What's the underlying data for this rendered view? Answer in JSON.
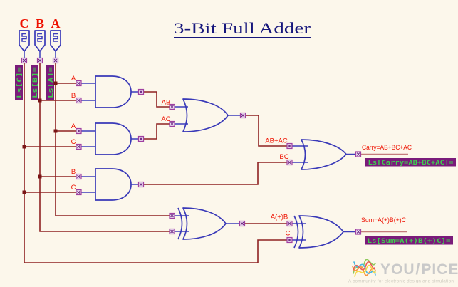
{
  "title": "3-Bit Full Adder",
  "inputs": [
    {
      "name": "C",
      "box": "Ls[C]="
    },
    {
      "name": "B",
      "box": "Ls[B]="
    },
    {
      "name": "A",
      "box": "Ls[A]="
    }
  ],
  "pin_labels": {
    "and1_a": "A",
    "and1_b": "B",
    "and1_out": "AB",
    "and2_a": "A",
    "and2_c": "C",
    "and2_out": "AC",
    "and3_b": "B",
    "and3_c": "C",
    "and3_out": "BC",
    "or1_out": "AB+AC",
    "xor1_out": "A(+)B",
    "xor2_c": "C"
  },
  "outputs": {
    "carry_label": "Carry=AB+BC+AC",
    "carry_box": "Ls[Carry=AB+BC+AC]=",
    "sum_label": "Sum=A(+)B(+)C",
    "sum_box": "Ls[Sum=A(+)B(+)C]="
  },
  "logo": {
    "word_you": "YOU",
    "word_slash": "/",
    "word_pice": "PICE",
    "tagline": "A community for electronic design and simulation"
  },
  "colors": {
    "background": "#fcf7eb",
    "wire": "#8f2222",
    "wire_light": "#c47c7c",
    "gate_outline": "#3939b8",
    "label_red": "#ee1100",
    "net_box_bg": "#7a1b7a",
    "net_box_text": "#3ecf4e",
    "connector": "#a040a0",
    "title": "#17177c"
  }
}
